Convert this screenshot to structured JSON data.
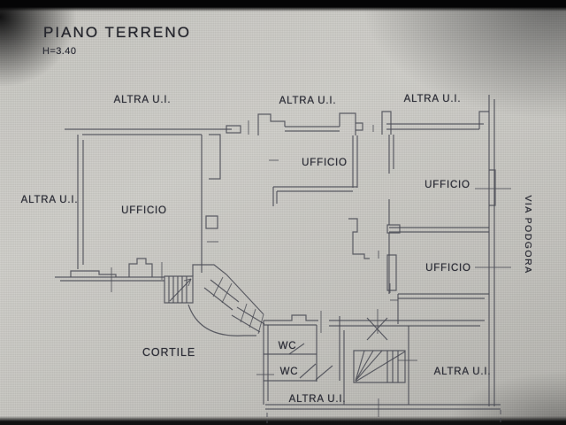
{
  "colors": {
    "ink": "#4b4c55",
    "paper": "#c8c7c2"
  },
  "header": {
    "title": "PIANO TERRENO",
    "height_note": "H=3.40"
  },
  "rooms": {
    "altra_ui_top_left": "ALTRA U.I.",
    "altra_ui_top_middle": "ALTRA U.I.",
    "altra_ui_top_right": "ALTRA U.I.",
    "altra_ui_left": "ALTRA U.I.",
    "ufficio_left": "UFFICIO",
    "ufficio_middle": "UFFICIO",
    "ufficio_right_upper": "UFFICIO",
    "ufficio_right_lower": "UFFICIO",
    "cortile": "CORTILE",
    "wc_upper": "WC",
    "wc_lower": "WC",
    "altra_ui_bottom": "ALTRA U.I.",
    "altra_ui_bottom_right": "ALTRA U.I."
  },
  "street": {
    "name": "VIA PODGORA"
  }
}
